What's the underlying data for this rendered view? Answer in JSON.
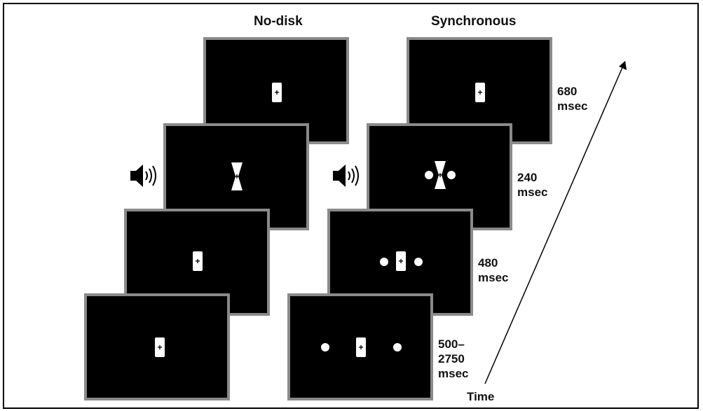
{
  "columns": {
    "left": "No-disk",
    "right": "Synchronous"
  },
  "durations": [
    {
      "text": "680\nmsec"
    },
    {
      "text": "240\nmsec"
    },
    {
      "text": "480\nmsec"
    },
    {
      "text": "500–\n2750\nmsec"
    }
  ],
  "axis": {
    "time_label": "Time"
  },
  "colors": {
    "screen_bg": "#000000",
    "screen_border": "#8a8a8a",
    "stimulus": "#ffffff"
  },
  "icons": {
    "sound": "speaker-icon",
    "fixation": "plus"
  }
}
